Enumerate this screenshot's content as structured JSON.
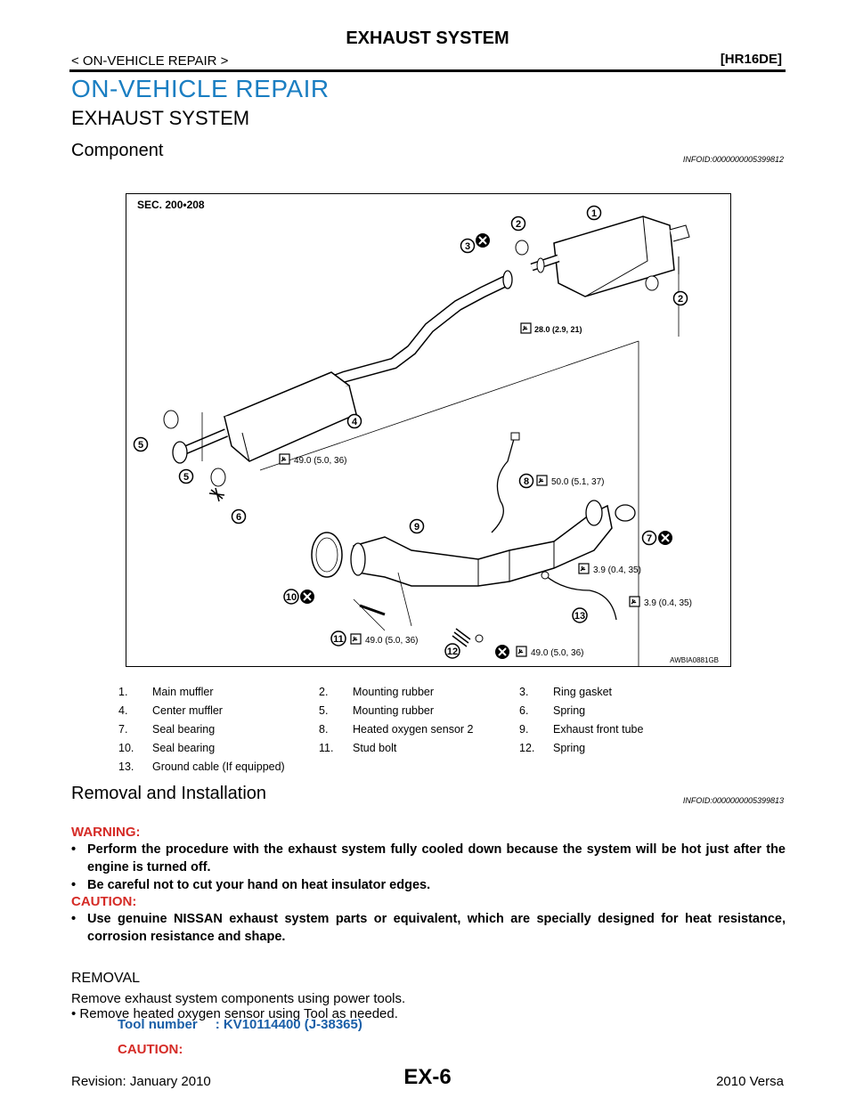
{
  "header": {
    "title": "EXHAUST SYSTEM",
    "section": "< ON-VEHICLE REPAIR >",
    "engine": "[HR16DE]"
  },
  "heading1": "ON-VEHICLE REPAIR",
  "heading2": "EXHAUST SYSTEM",
  "component": {
    "title": "Component",
    "infoid": "INFOID:0000000005399812"
  },
  "figure": {
    "section": "SEC. 200•208",
    "code": "AWBIA0881GB",
    "torques": [
      "28.0 (2.9, 21)",
      "49.0 (5.0, 36)",
      "50.0 (5.1, 37)",
      "3.9 (0.4, 35)",
      "3.9 (0.4, 35)",
      "49.0 (5.0, 36)",
      "49.0 (5.0, 36)"
    ],
    "callouts": [
      "1",
      "2",
      "3",
      "2",
      "4",
      "5",
      "5",
      "6",
      "8",
      "9",
      "7",
      "10",
      "11",
      "12",
      "13"
    ]
  },
  "legend": [
    [
      {
        "n": "1.",
        "t": "Main muffler"
      },
      {
        "n": "2.",
        "t": "Mounting rubber"
      },
      {
        "n": "3.",
        "t": "Ring gasket"
      }
    ],
    [
      {
        "n": "4.",
        "t": "Center muffler"
      },
      {
        "n": "5.",
        "t": "Mounting rubber"
      },
      {
        "n": "6.",
        "t": "Spring"
      }
    ],
    [
      {
        "n": "7.",
        "t": "Seal bearing"
      },
      {
        "n": "8.",
        "t": "Heated oxygen sensor 2"
      },
      {
        "n": "9.",
        "t": "Exhaust front tube"
      }
    ],
    [
      {
        "n": "10.",
        "t": "Seal bearing"
      },
      {
        "n": "11.",
        "t": "Stud bolt"
      },
      {
        "n": "12.",
        "t": "Spring"
      }
    ],
    [
      {
        "n": "13.",
        "t": "Ground cable  (If equipped)"
      }
    ]
  ],
  "removal_installation": {
    "title": "Removal and Installation",
    "infoid": "INFOID:0000000005399813"
  },
  "warning": {
    "label": "WARNING:",
    "items": [
      "Perform the procedure with the exhaust system fully cooled down because the system will be hot just after the engine is turned off.",
      "Be careful not to cut your hand on heat insulator edges."
    ]
  },
  "caution": {
    "label": "CAUTION:",
    "items": [
      "Use genuine NISSAN exhaust system parts or equivalent, which are specially designed for heat resistance, corrosion resistance and shape."
    ]
  },
  "removal": {
    "title": "REMOVAL",
    "intro": "Remove exhaust system components using power tools.",
    "bullet": "Remove heated oxygen sensor using Tool as needed."
  },
  "tool": {
    "label": "Tool number",
    "value": ": KV10114400 (J-38365)"
  },
  "caution2": "CAUTION:",
  "footer": {
    "revision": "Revision: January 2010",
    "page": "EX-6",
    "model": "2010 Versa"
  }
}
